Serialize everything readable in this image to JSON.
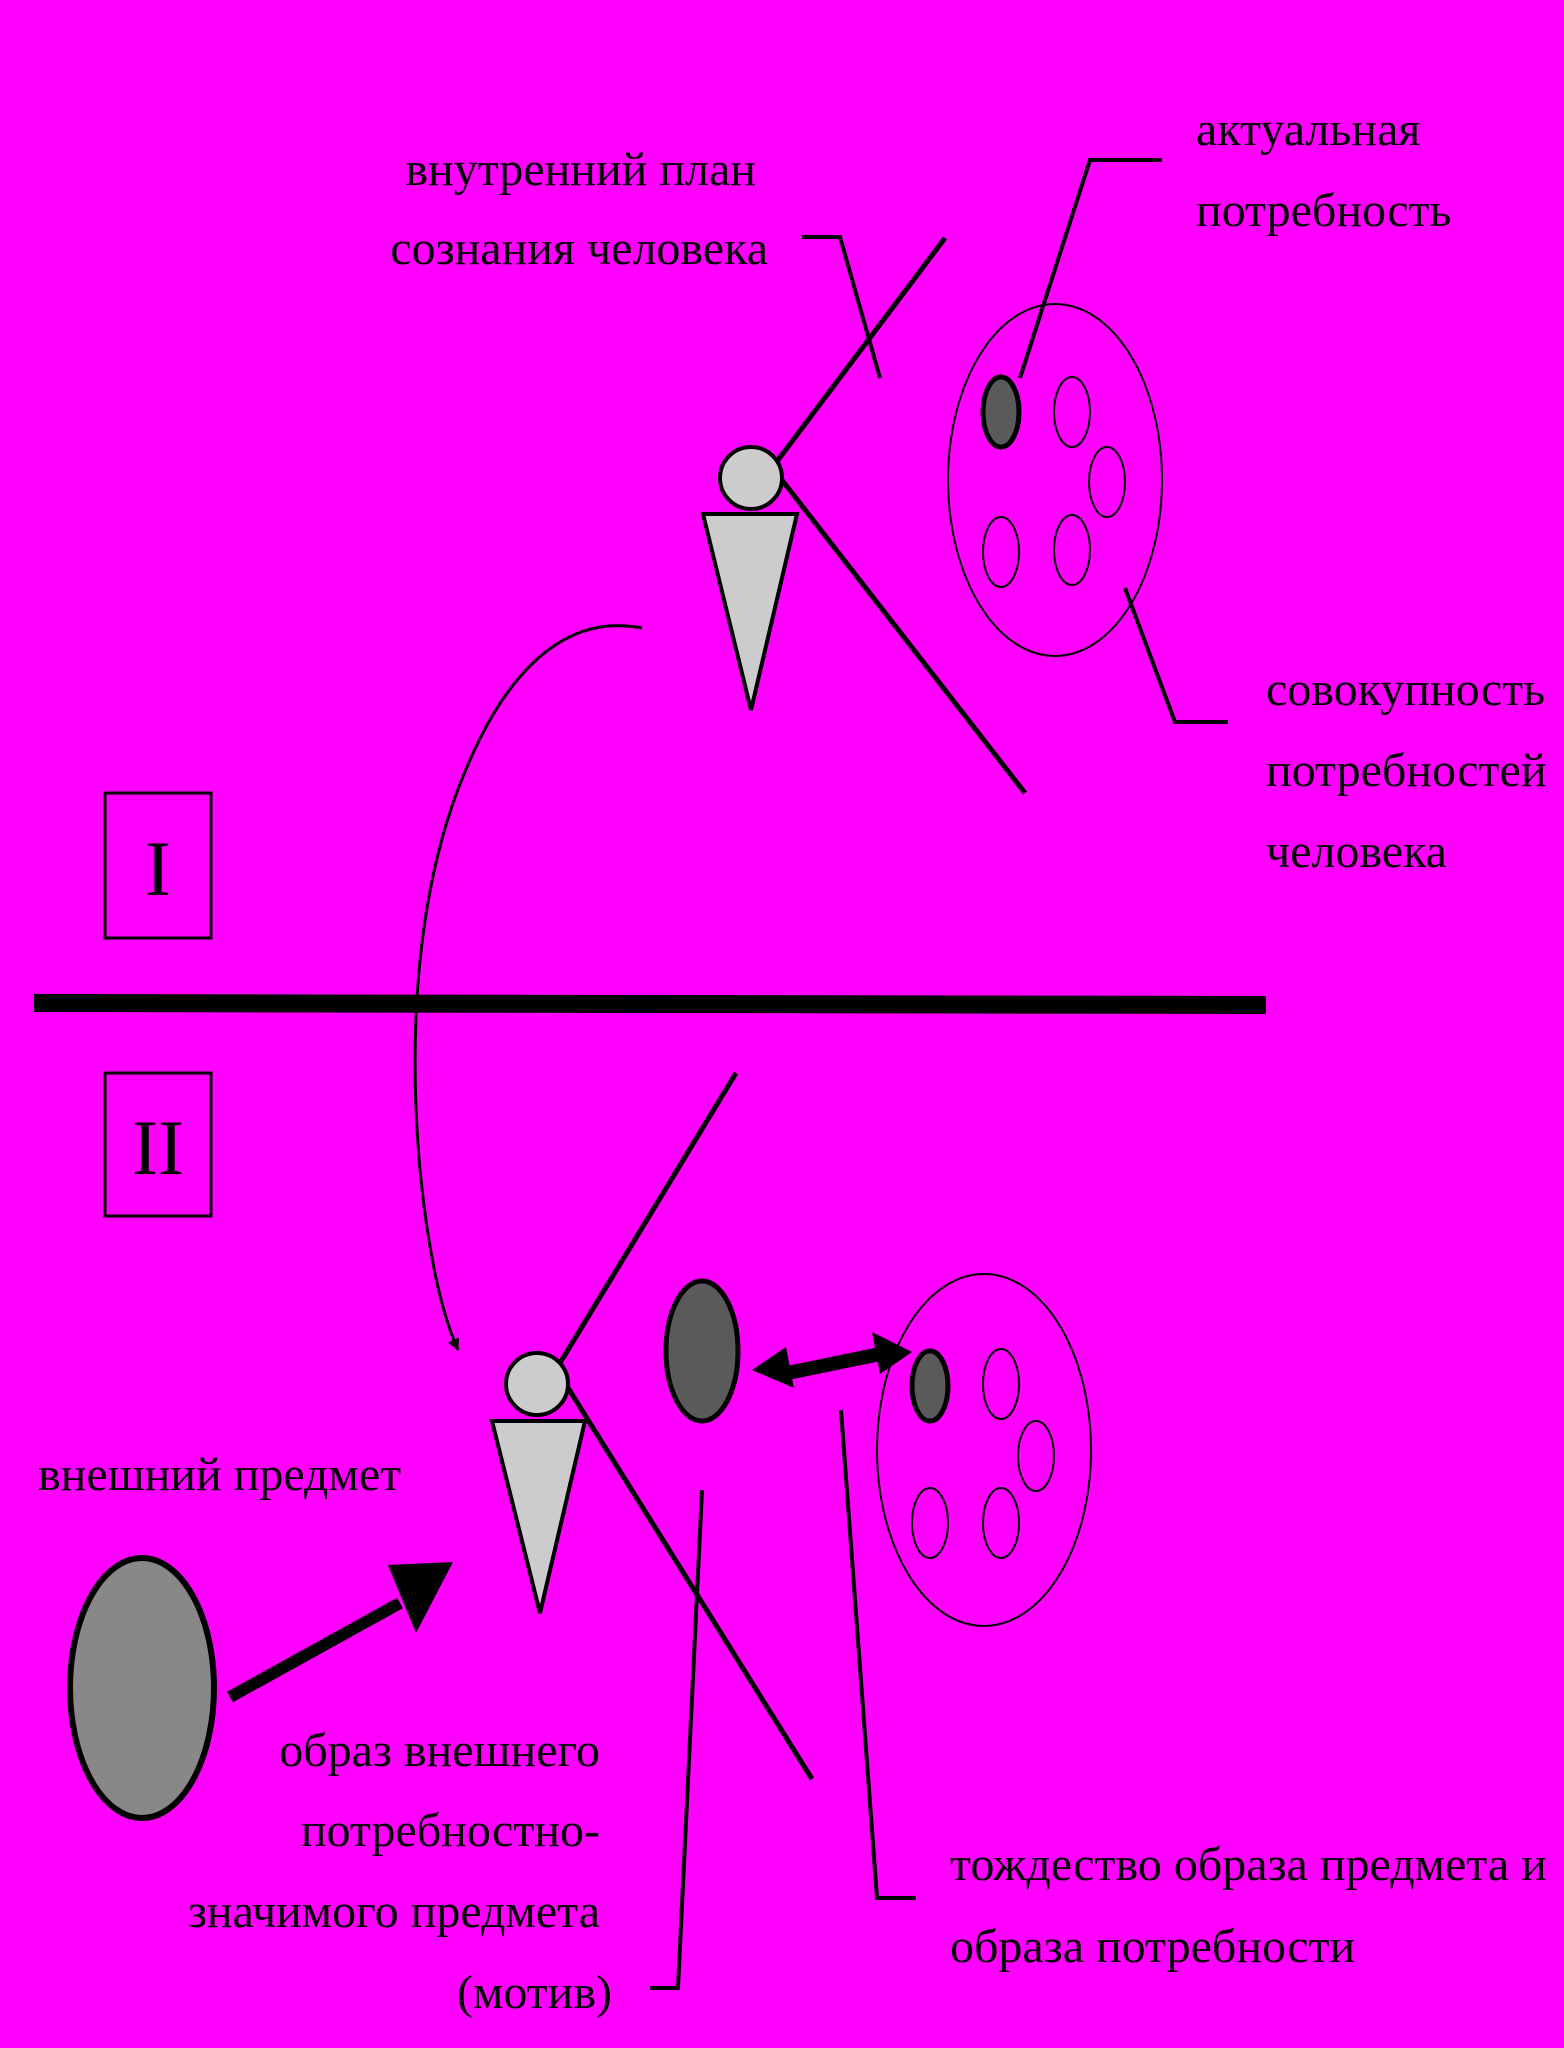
{
  "background_color": "#ff00ff",
  "colors": {
    "line": "#000000",
    "person_fill": "#cccccc",
    "need_highlight": "#5a5a5a",
    "object_fill": "#888888",
    "image_fill": "#5a5a5a"
  },
  "panel_top": {
    "roman": "I",
    "label_inner_plan": [
      "внутренний план",
      "сознания человека"
    ],
    "label_actual_need": [
      "актуальная",
      "потребность"
    ],
    "label_needs_set": [
      "совокупность",
      "потребностей",
      "человека"
    ]
  },
  "panel_bottom": {
    "roman": "II",
    "label_external_object": "внешний предмет",
    "label_image": [
      "образ внешнего",
      "потребностно-",
      "значимого предмета",
      "(мотив)"
    ],
    "label_identity": [
      "тождество образа предмета и",
      "образа потребности"
    ]
  }
}
